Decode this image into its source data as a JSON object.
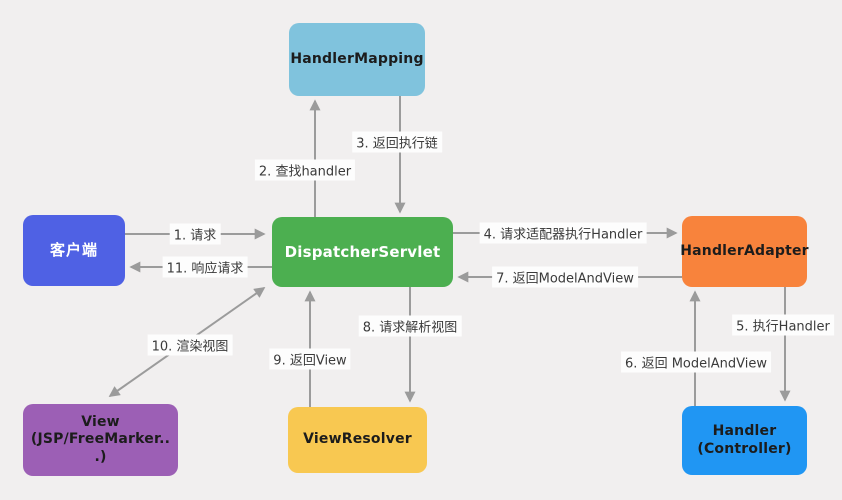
{
  "colors": {
    "background": "#f1efef",
    "arrow": "#9b9b9b",
    "edge_label_text": "#3a3a3a"
  },
  "nodes": {
    "handler_mapping": {
      "label": "HandlerMapping",
      "color": "#80c3dd",
      "text_color": "#1c1c1c"
    },
    "dispatcher_servlet": {
      "label": "DispatcherServlet",
      "color": "#4caf50",
      "text_color": "#ffffff"
    },
    "client": {
      "label": "客户端",
      "color": "#4f61e4",
      "text_color": "#ffffff"
    },
    "handler_adapter": {
      "label": "HandlerAdapter",
      "color": "#f8833c",
      "text_color": "#1c1c1c"
    },
    "view": {
      "line1": "View",
      "line2": "(JSP/FreeMarker..",
      "line3": ".)",
      "color": "#9c5fb5",
      "text_color": "#1c1c1c"
    },
    "view_resolver": {
      "label": "ViewResolver",
      "color": "#f8c851",
      "text_color": "#1c1c1c"
    },
    "handler_controller": {
      "line1": "Handler",
      "line2": "(Controller)",
      "color": "#2096f3",
      "text_color": "#1c1c1c"
    }
  },
  "edges": {
    "e1": {
      "label": "1. 请求"
    },
    "e2": {
      "label": "2. 查找handler"
    },
    "e3": {
      "label": "3. 返回执行链"
    },
    "e4": {
      "label": "4. 请求适配器执行Handler"
    },
    "e5": {
      "label": "5. 执行Handler"
    },
    "e6": {
      "label": "6. 返回 ModelAndView"
    },
    "e7": {
      "label": "7. 返回ModelAndView"
    },
    "e8": {
      "label": "8. 请求解析视图"
    },
    "e9": {
      "label": "9. 返回View"
    },
    "e10": {
      "label": "10. 渲染视图"
    },
    "e11": {
      "label": "11. 响应请求"
    }
  }
}
